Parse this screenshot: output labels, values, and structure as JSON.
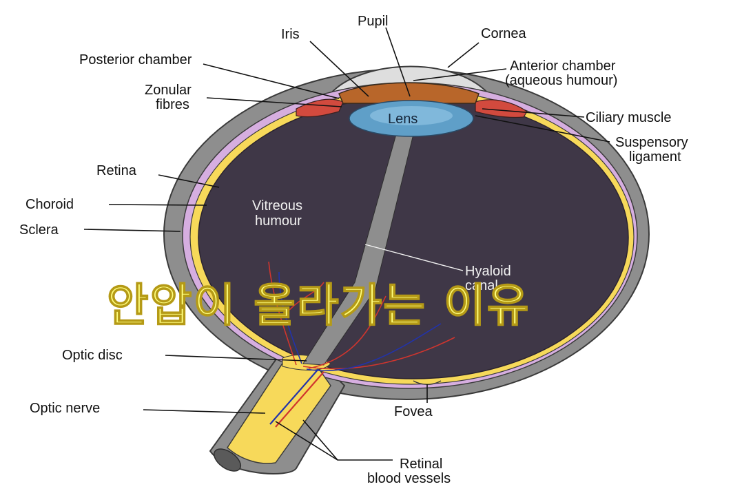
{
  "labels": {
    "pupil": "Pupil",
    "iris": "Iris",
    "cornea": "Cornea",
    "posterior_chamber": "Posterior chamber",
    "anterior_chamber_1": "Anterior chamber",
    "anterior_chamber_2": "(aqueous humour)",
    "zonular_1": "Zonular",
    "zonular_2": "fibres",
    "ciliary_muscle": "Ciliary muscle",
    "suspensory_1": "Suspensory",
    "suspensory_2": "ligament",
    "lens": "Lens",
    "retina": "Retina",
    "choroid": "Choroid",
    "sclera": "Sclera",
    "vitreous_1": "Vitreous",
    "vitreous_2": "humour",
    "hyaloid_1": "Hyaloid",
    "hyaloid_2": "canal",
    "optic_disc": "Optic disc",
    "optic_nerve": "Optic nerve",
    "fovea": "Fovea",
    "retinal_vessels_1": "Retinal",
    "retinal_vessels_2": "blood vessels"
  },
  "overlay_title": "안압이 올라가는 이유",
  "colors": {
    "sclera": "#8e8e8e",
    "choroid": "#d6aee0",
    "retina": "#f7d95a",
    "vitreous": "#3f3747",
    "iris": "#b8662a",
    "ciliary": "#d24a3e",
    "lens": "#5f9fc8",
    "cornea": "#dedede",
    "overlay_fill": "#ffff80"
  }
}
